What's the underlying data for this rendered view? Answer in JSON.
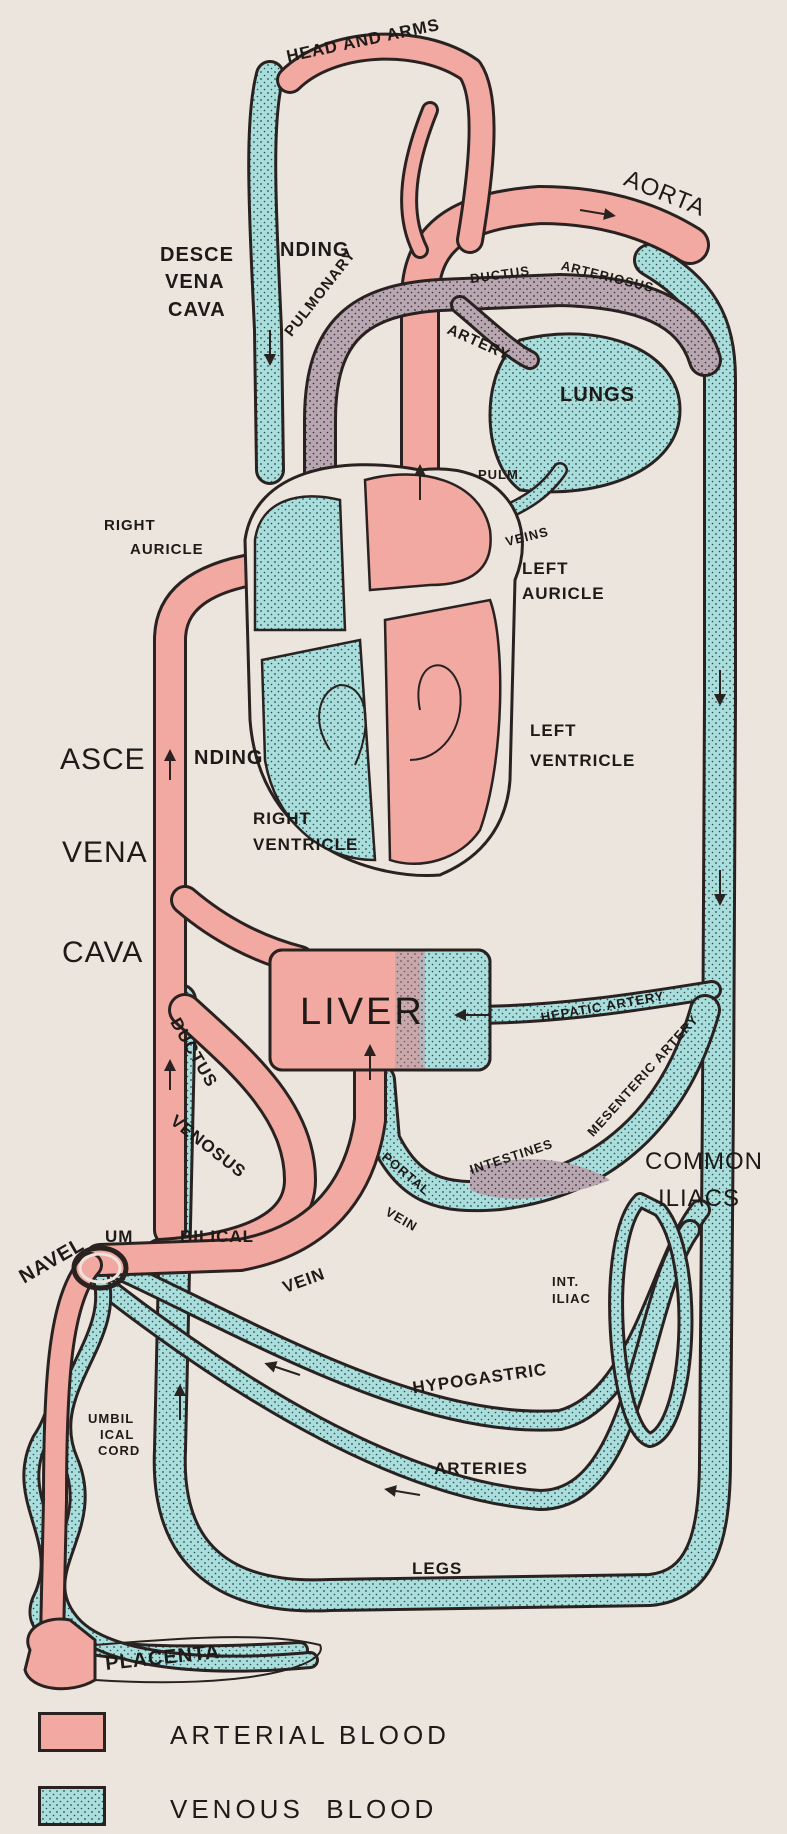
{
  "colors": {
    "background": "#ebe5dd",
    "arterial": "#f2a9a1",
    "venous": "#a9dedd",
    "mixed": "#b8a7b0",
    "outline": "#2a2220"
  },
  "labels": {
    "head_and_arms": "HEAD AND ARMS",
    "aorta": "AORTA",
    "desce": "DESCE",
    "nding_upper": "NDING",
    "vena_upper": "VENA",
    "cava_upper": "CAVA",
    "pulmonary": "PULMONARY",
    "ductus_upper": "DUCTUS",
    "arteriosus": "ARTERIOSUS",
    "artery": "ARTERY",
    "lungs": "LUNGS",
    "pulm": "PULM.",
    "veins": "VEINS",
    "right_auricle_1": "RIGHT",
    "right_auricle_2": "AURICLE",
    "left_auricle_1": "LEFT",
    "left_auricle_2": "AURICLE",
    "asce": "ASCE",
    "nding_lower": "NDING",
    "vena_lower": "VENA",
    "cava_lower": "CAVA",
    "left_ventricle_1": "LEFT",
    "left_ventricle_2": "VENTRICLE",
    "right_ventricle_1": "RIGHT",
    "right_ventricle_2": "VENTRICLE",
    "liver": "LIVER",
    "hepatic_artery": "HEPATIC ARTERY",
    "mesenteric_artery": "MESENTERIC ARTERY",
    "ductus_lower": "DUCTUS",
    "venosus": "VENOSUS",
    "intestines": "INTESTINES",
    "portal": "PORTAL",
    "vein_portal": "VEIN",
    "common": "COMMON",
    "iliacs": "ILIACS",
    "navel": "NAVEL",
    "um": "UM",
    "bilical": "BILICAL",
    "vein_umbilical": "VEIN",
    "int": "INT.",
    "iliac": "ILIAC",
    "hypogastric": "HYPOGASTRIC",
    "arteries": "ARTERIES",
    "umbil": "UMBIL",
    "ical": "ICAL",
    "cord": "CORD",
    "legs": "LEGS",
    "placenta": "PLACENTA"
  },
  "legend": [
    {
      "label": "ARTERIAL BLOOD",
      "kind": "arterial"
    },
    {
      "label": "VENOUS  BLOOD",
      "kind": "venous"
    }
  ]
}
